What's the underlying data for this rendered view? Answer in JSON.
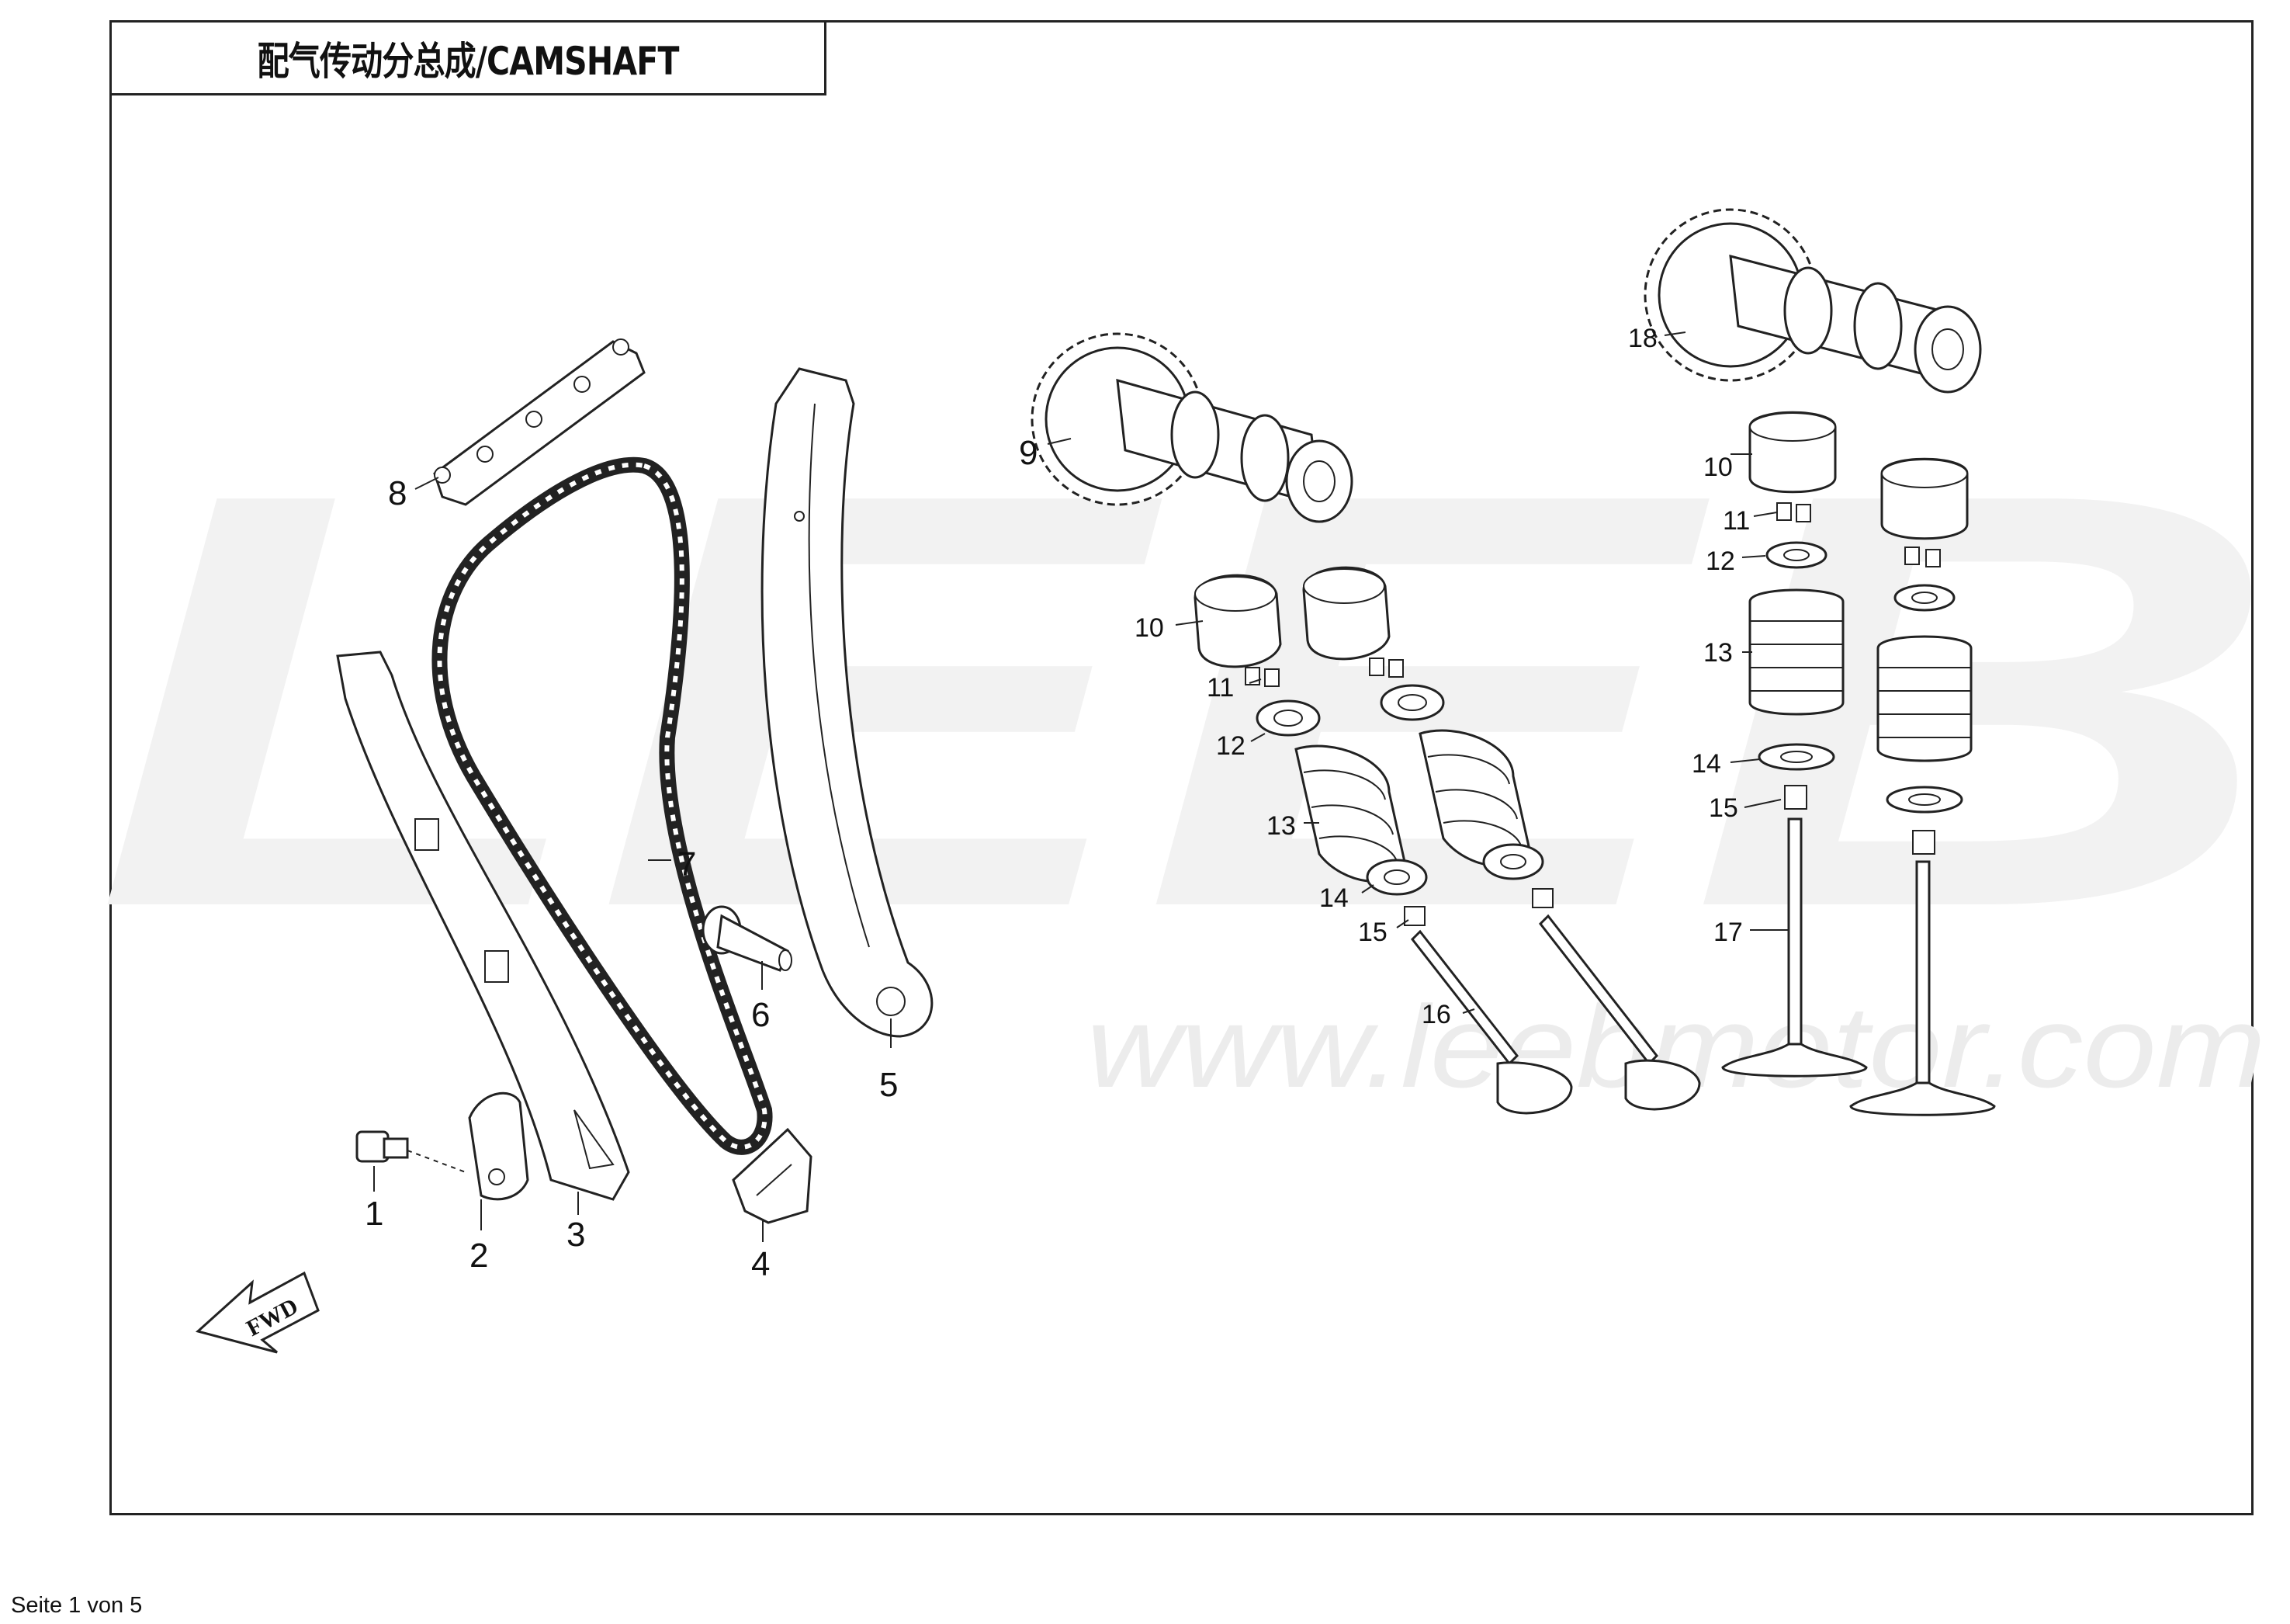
{
  "title": "配气传动分总成/CAMSHAFT",
  "footer": "Seite 1 von 5",
  "watermark": {
    "logo_text": "LEEB",
    "url_text": "www.leebmotor.com"
  },
  "callouts": {
    "c1": "1",
    "c2": "2",
    "c3": "3",
    "c4": "4",
    "c5": "5",
    "c6": "6",
    "c7": "7",
    "c8": "8",
    "c9": "9",
    "c10a": "10",
    "c11a": "11",
    "c12a": "12",
    "c13a": "13",
    "c14a": "14",
    "c15a": "15",
    "c16": "16",
    "c18": "18",
    "c10b": "10",
    "c11b": "11",
    "c12b": "12",
    "c13b": "13",
    "c14b": "14",
    "c15b": "15",
    "c17": "17"
  },
  "fwd_label": "FWD",
  "colors": {
    "line": "#222222",
    "watermark": "#f2f2f2"
  }
}
